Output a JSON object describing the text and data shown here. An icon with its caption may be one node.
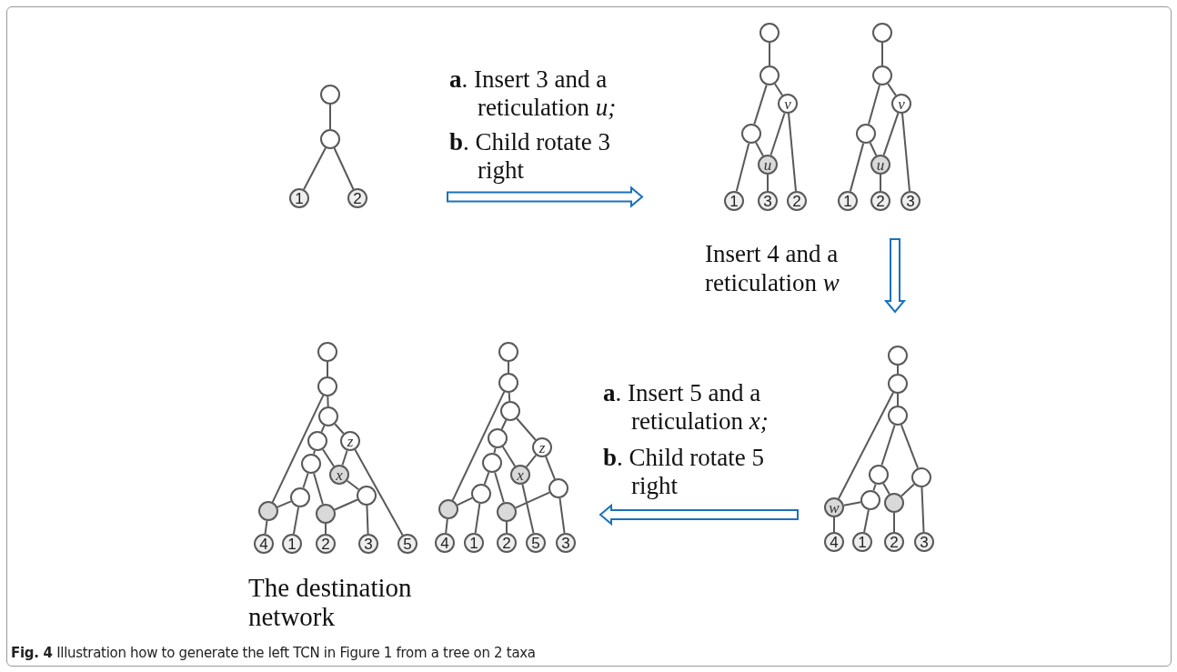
{
  "diagram": {
    "caption": "**Fig. 4** Illustration how to generate the left TCN in Figure 1 from a tree on 2 taxa",
    "nodes": [
      {
        "text": [],
        "shape": "picture"
      },
      {
        "text": [],
        "shape": "circle",
        "in": 0
      },
      {
        "text": [],
        "shape": "circle",
        "in": 0
      },
      {
        "text": [
          "1"
        ],
        "in": 0
      },
      {
        "text": [
          "2"
        ],
        "in": 0
      },
      {
        "text": [],
        "shape": "picture"
      },
      {
        "text": [],
        "shape": "circle",
        "in": 5
      },
      {
        "text": [],
        "shape": "circle",
        "in": 5
      },
      {
        "text": [
          "v"
        ],
        "in": 5
      },
      {
        "text": [],
        "shape": "circle",
        "in": 5
      },
      {
        "text": [
          "u"
        ],
        "in": 5
      },
      {
        "text": [
          "1"
        ],
        "in": 5
      },
      {
        "text": [
          "3"
        ],
        "in": 5
      },
      {
        "text": [
          "2"
        ],
        "in": 5
      },
      {
        "text": [],
        "shape": "picture"
      },
      {
        "text": [],
        "shape": "circle",
        "in": 14
      },
      {
        "text": [],
        "shape": "circle",
        "in": 14
      },
      {
        "text": [
          "v"
        ],
        "in": 14
      },
      {
        "text": [],
        "shape": "circle",
        "in": 14
      },
      {
        "text": [
          "u"
        ],
        "in": 14
      },
      {
        "text": [
          "1"
        ],
        "in": 14
      },
      {
        "text": [
          "2"
        ],
        "in": 14
      },
      {
        "text": [
          "3"
        ],
        "in": 14
      },
      {
        "text": [],
        "shape": "picture"
      },
      {
        "text": [],
        "shape": "circle",
        "in": 23
      },
      {
        "text": [],
        "shape": "circle",
        "in": 23
      },
      {
        "text": [],
        "shape": "circle",
        "in": 23
      },
      {
        "text": [],
        "shape": "circle",
        "in": 23
      },
      {
        "text": [
          "z"
        ],
        "in": 23
      },
      {
        "text": [],
        "shape": "circle",
        "in": 23
      },
      {
        "text": [
          "x"
        ],
        "in": 23
      },
      {
        "text": [],
        "shape": "circle",
        "in": 23
      },
      {
        "text": [],
        "shape": "circle",
        "in": 23
      },
      {
        "text": [],
        "shape": "circle",
        "in": 23
      },
      {
        "text": [],
        "shape": "circle",
        "in": 23
      },
      {
        "text": [
          "4"
        ],
        "in": 23
      },
      {
        "text": [
          "1"
        ],
        "in": 23
      },
      {
        "text": [
          "2"
        ],
        "in": 23
      },
      {
        "text": [
          "3"
        ],
        "in": 23
      },
      {
        "text": [
          "5"
        ],
        "in": 23
      },
      {
        "text": [],
        "shape": "picture"
      },
      {
        "text": [],
        "shape": "circle",
        "in": 40
      },
      {
        "text": [],
        "shape": "circle",
        "in": 40
      },
      {
        "text": [],
        "shape": "circle",
        "in": 40
      },
      {
        "text": [],
        "shape": "circle",
        "in": 40
      },
      {
        "text": [
          "z"
        ],
        "in": 40
      },
      {
        "text": [],
        "shape": "circle",
        "in": 40
      },
      {
        "text": [
          "x"
        ],
        "in": 40
      },
      {
        "text": [],
        "shape": "circle",
        "in": 40
      },
      {
        "text": [],
        "shape": "circle",
        "in": 40
      },
      {
        "text": [],
        "shape": "circle",
        "in": 40
      },
      {
        "text": [],
        "shape": "circle",
        "in": 40
      },
      {
        "text": [
          "4"
        ],
        "in": 40
      },
      {
        "text": [
          "1"
        ],
        "in": 40
      },
      {
        "text": [
          "2"
        ],
        "in": 40
      },
      {
        "text": [
          "5"
        ],
        "in": 40
      },
      {
        "text": [
          "3"
        ],
        "in": 40
      },
      {
        "text": [],
        "shape": "picture"
      },
      {
        "text": [],
        "shape": "circle",
        "in": 57
      },
      {
        "text": [],
        "shape": "circle",
        "in": 57
      },
      {
        "text": [],
        "shape": "circle",
        "in": 57
      },
      {
        "text": [],
        "shape": "circle",
        "in": 57
      },
      {
        "text": [],
        "shape": "circle",
        "in": 57
      },
      {
        "text": [
          "w"
        ],
        "in": 57
      },
      {
        "text": [],
        "shape": "circle",
        "in": 57
      },
      {
        "text": [],
        "shape": "circle",
        "in": 57
      },
      {
        "text": [
          "4"
        ],
        "in": 57
      },
      {
        "text": [
          "1"
        ],
        "in": 57
      },
      {
        "text": [
          "2"
        ],
        "in": 57
      },
      {
        "text": [
          "3"
        ],
        "in": 57
      }
    ],
    "edges": [
      {
        "from": 1,
        "to": 2,
        "arrow": "none"
      },
      {
        "from": 2,
        "to": 3,
        "arrow": "none"
      },
      {
        "from": 2,
        "to": 4,
        "arrow": "none"
      },
      {
        "from": 6,
        "to": 7,
        "arrow": "none"
      },
      {
        "from": 7,
        "to": 9,
        "arrow": "none"
      },
      {
        "from": 7,
        "to": 8,
        "arrow": "none"
      },
      {
        "from": 9,
        "to": 11,
        "arrow": "none"
      },
      {
        "from": 9,
        "to": 10,
        "arrow": "none"
      },
      {
        "from": 8,
        "to": 10,
        "arrow": "none"
      },
      {
        "from": 8,
        "to": 13,
        "arrow": "none"
      },
      {
        "from": 10,
        "to": 12,
        "arrow": "none"
      },
      {
        "from": 15,
        "to": 16,
        "arrow": "none"
      },
      {
        "from": 16,
        "to": 18,
        "arrow": "none"
      },
      {
        "from": 16,
        "to": 17,
        "arrow": "none"
      },
      {
        "from": 18,
        "to": 20,
        "arrow": "none"
      },
      {
        "from": 18,
        "to": 19,
        "arrow": "none"
      },
      {
        "from": 17,
        "to": 19,
        "arrow": "none"
      },
      {
        "from": 17,
        "to": 22,
        "arrow": "none"
      },
      {
        "from": 19,
        "to": 21,
        "arrow": "none"
      },
      {
        "from": 24,
        "to": 25,
        "arrow": "none"
      },
      {
        "from": 25,
        "to": 26,
        "arrow": "none"
      },
      {
        "from": 25,
        "to": 33,
        "arrow": "none"
      },
      {
        "from": 26,
        "to": 27,
        "arrow": "none"
      },
      {
        "from": 26,
        "to": 28,
        "arrow": "none"
      },
      {
        "from": 27,
        "to": 29,
        "arrow": "none"
      },
      {
        "from": 27,
        "to": 30,
        "arrow": "none"
      },
      {
        "from": 28,
        "to": 30,
        "arrow": "none"
      },
      {
        "from": 28,
        "to": 39,
        "arrow": "none"
      },
      {
        "from": 29,
        "to": 31,
        "arrow": "none"
      },
      {
        "from": 29,
        "to": 34,
        "arrow": "none"
      },
      {
        "from": 30,
        "to": 32,
        "arrow": "none"
      },
      {
        "from": 32,
        "to": 34,
        "arrow": "none"
      },
      {
        "from": 32,
        "to": 38,
        "arrow": "none"
      },
      {
        "from": 31,
        "to": 33,
        "arrow": "none"
      },
      {
        "from": 31,
        "to": 36,
        "arrow": "none"
      },
      {
        "from": 33,
        "to": 35,
        "arrow": "none"
      },
      {
        "from": 34,
        "to": 37,
        "arrow": "none"
      },
      {
        "from": 41,
        "to": 42,
        "arrow": "none"
      },
      {
        "from": 42,
        "to": 43,
        "arrow": "none"
      },
      {
        "from": 42,
        "to": 50,
        "arrow": "none"
      },
      {
        "from": 43,
        "to": 44,
        "arrow": "none"
      },
      {
        "from": 43,
        "to": 45,
        "arrow": "none"
      },
      {
        "from": 44,
        "to": 46,
        "arrow": "none"
      },
      {
        "from": 44,
        "to": 47,
        "arrow": "none"
      },
      {
        "from": 45,
        "to": 47,
        "arrow": "none"
      },
      {
        "from": 45,
        "to": 49,
        "arrow": "none"
      },
      {
        "from": 46,
        "to": 48,
        "arrow": "none"
      },
      {
        "from": 46,
        "to": 51,
        "arrow": "none"
      },
      {
        "from": 47,
        "to": 55,
        "arrow": "none"
      },
      {
        "from": 49,
        "to": 51,
        "arrow": "none"
      },
      {
        "from": 49,
        "to": 56,
        "arrow": "none"
      },
      {
        "from": 48,
        "to": 50,
        "arrow": "none"
      },
      {
        "from": 48,
        "to": 53,
        "arrow": "none"
      },
      {
        "from": 50,
        "to": 52,
        "arrow": "none"
      },
      {
        "from": 51,
        "to": 54,
        "arrow": "none"
      },
      {
        "from": 58,
        "to": 59,
        "arrow": "none"
      },
      {
        "from": 59,
        "to": 60,
        "arrow": "none"
      },
      {
        "from": 59,
        "to": 63,
        "arrow": "none"
      },
      {
        "from": 60,
        "to": 61,
        "arrow": "none"
      },
      {
        "from": 60,
        "to": 62,
        "arrow": "none"
      },
      {
        "from": 61,
        "to": 64,
        "arrow": "none"
      },
      {
        "from": 61,
        "to": 65,
        "arrow": "none"
      },
      {
        "from": 62,
        "to": 65,
        "arrow": "none"
      },
      {
        "from": 62,
        "to": 69,
        "arrow": "none"
      },
      {
        "from": 64,
        "to": 63,
        "arrow": "none"
      },
      {
        "from": 64,
        "to": 67,
        "arrow": "none"
      },
      {
        "from": 63,
        "to": 66,
        "arrow": "none"
      },
      {
        "from": 65,
        "to": 68,
        "arrow": "none"
      },
      {
        "from": 0,
        "to": 5,
        "arrow": "to",
        "style": "thick",
        "color": "#1a72bb"
      },
      {
        "from": 14,
        "to": 57,
        "arrow": "to",
        "style": "thick",
        "color": "#1a72bb"
      },
      {
        "from": 57,
        "to": 40,
        "arrow": "to",
        "style": "thick",
        "color": "#1a72bb"
      }
    ],
    "labels": [
      "**a**. Insert 3 and a reticulation *u;*",
      "**b**. Child rotate 3 right",
      "Insert 4 and a reticulation *w*",
      "**a**. Insert 5 and a reticulation *x;*",
      "**b**. Child rotate 5 right",
      "The destination network"
    ]
  }
}
